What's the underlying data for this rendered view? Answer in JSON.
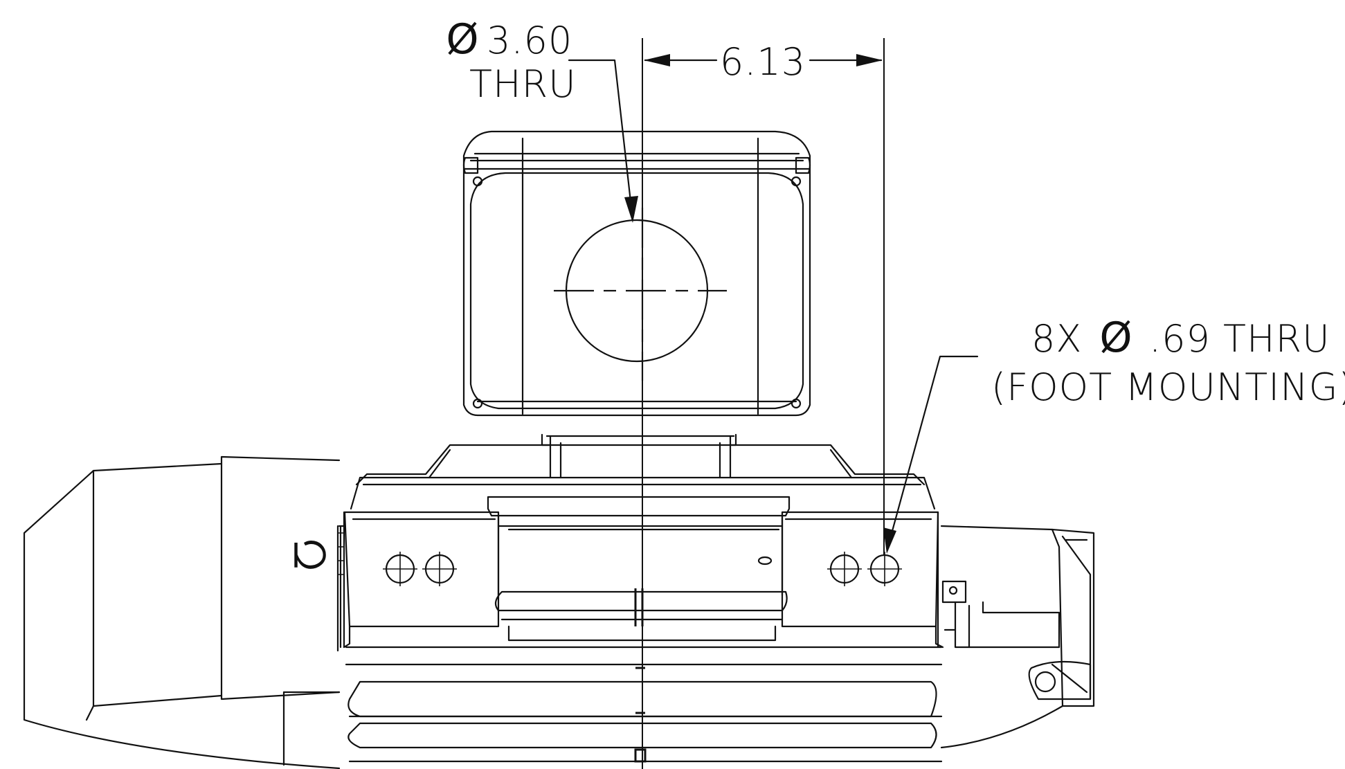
{
  "annotations": {
    "bore_diameter": {
      "symbol": "Ø",
      "value": "3.60",
      "note": "THRU"
    },
    "offset_dimension": {
      "value": "6.13"
    },
    "foot_holes": {
      "count_prefix": "8X",
      "symbol": "Ø",
      "value": ".69 THRU",
      "note": "(FOOT MOUNTING)"
    },
    "centerline_glyph": "Ⴀ"
  }
}
